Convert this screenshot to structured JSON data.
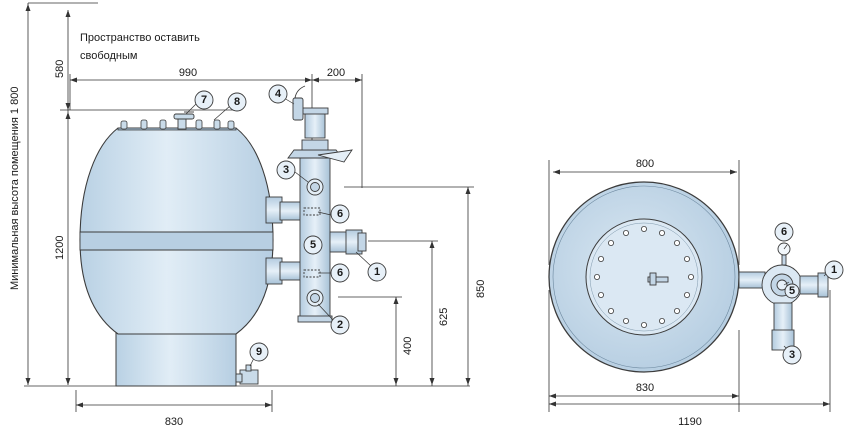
{
  "colors": {
    "body_fill": "#d5e5f1",
    "body_dark": "#a9c3d8",
    "outline": "#3c3c3c",
    "callout_fill": "#e7f0f8"
  },
  "labels": {
    "space_note_line1": "Пространство оставить",
    "space_note_line2": "свободным",
    "min_height": "Минимальная высота помещения 1 800"
  },
  "dimensions": {
    "top_clearance": "580",
    "width_990": "990",
    "width_200": "200",
    "height_1200": "1200",
    "height_850": "850",
    "height_625": "625",
    "height_400": "400",
    "base_830_left": "830",
    "diameter_800": "800",
    "base_830_right": "830",
    "overall_1190": "1190"
  },
  "callouts": {
    "c1_left": "1",
    "c2_left": "2",
    "c3_left": "3",
    "c4": "4",
    "c5_left": "5",
    "c6_top": "6",
    "c6_bottom": "6",
    "c7": "7",
    "c8": "8",
    "c9": "9",
    "c1_right": "1",
    "c3_right": "3",
    "c5_right": "5",
    "c6_right": "6"
  }
}
